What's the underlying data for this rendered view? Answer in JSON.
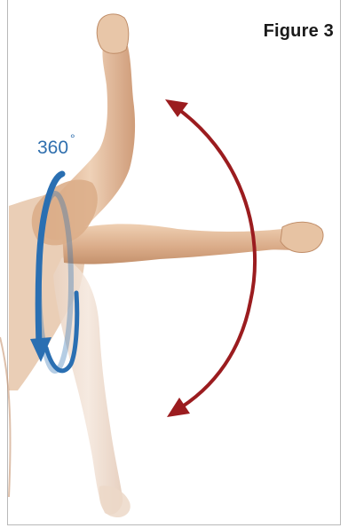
{
  "figure": {
    "label": "Figure 3",
    "rotation_label": "360",
    "rotation_symbol": "°"
  },
  "colors": {
    "blue_arrow": "#2a6fb2",
    "red_arrow": "#9b1c1f",
    "skin": "#e6c4a6",
    "skin_shadow": "#c99978",
    "frame": "#b9b9b9"
  },
  "icons": {
    "rotation": "circular-rotation-arrow",
    "arc": "double-headed-arc-arrow"
  }
}
